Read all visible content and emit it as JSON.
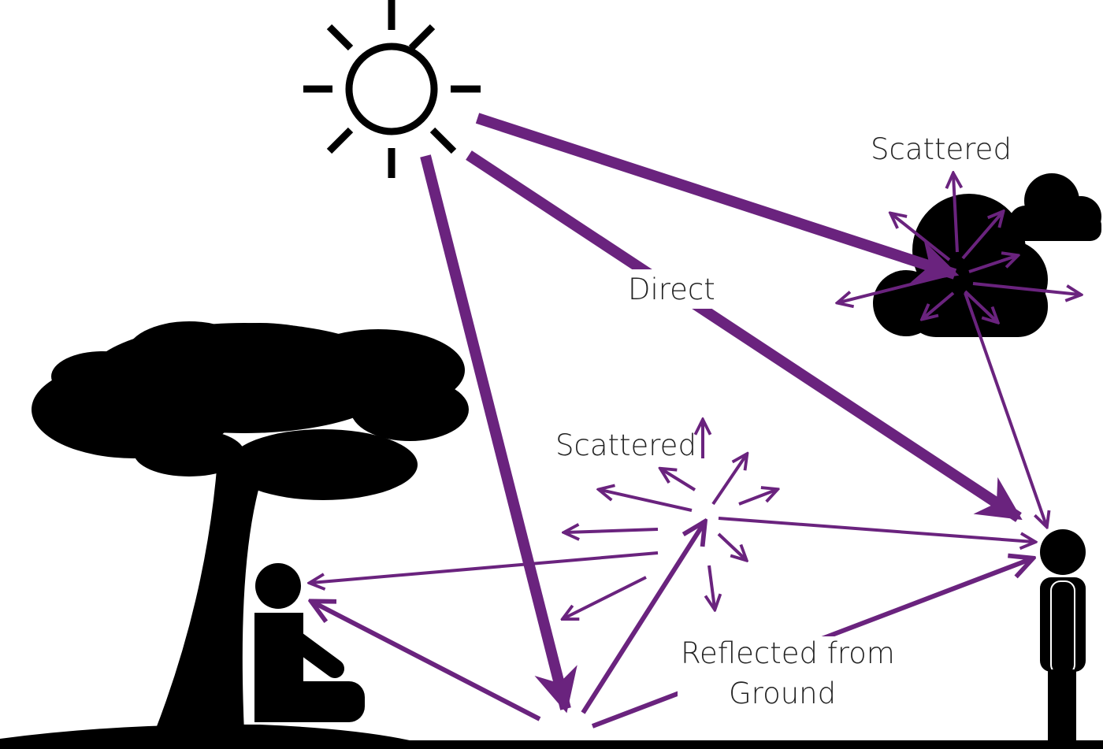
{
  "labels": {
    "scattered_cloud": "Scattered",
    "direct": "Direct",
    "scattered_air": "Scattered",
    "reflected_line1": "Reflected from",
    "reflected_line2": "Ground"
  },
  "colors": {
    "ray": "#6a237e",
    "silhouette": "#000000",
    "background": "#ffffff"
  },
  "icons": [
    "sun-icon",
    "tree-icon",
    "cloud-icon",
    "small-cloud-icon",
    "sitting-person-icon",
    "standing-person-icon"
  ]
}
